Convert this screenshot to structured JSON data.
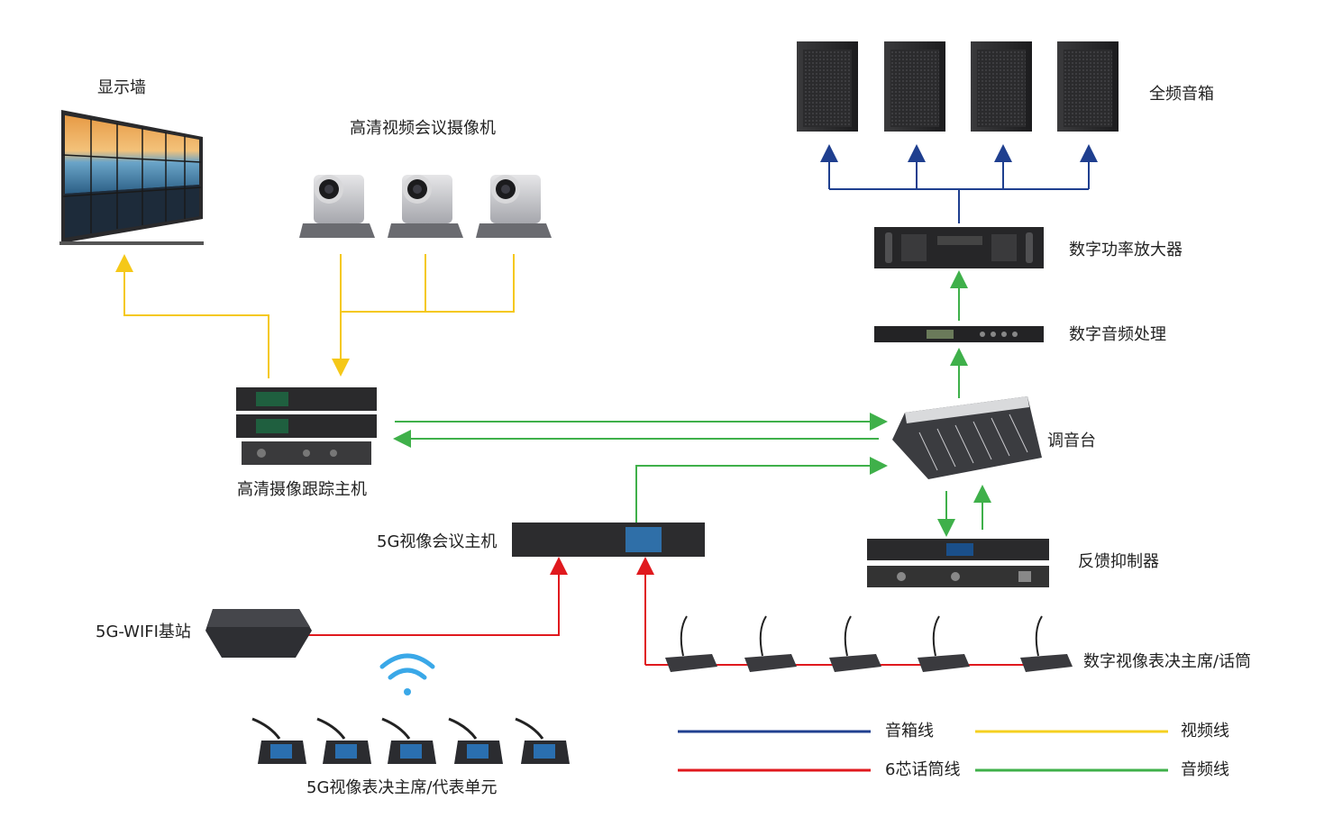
{
  "labels": {
    "display_wall": "显示墙",
    "hd_camera": "高清视频会议摄像机",
    "full_range_speaker": "全频音箱",
    "digital_amplifier": "数字功率放大器",
    "digital_audio_processor": "数字音频处理",
    "mixer": "调音台",
    "hd_tracking_host": "高清摄像跟踪主机",
    "video_conf_host_5g": "5G视像会议主机",
    "feedback_suppressor": "反馈抑制器",
    "wifi_base_station": "5G-WIFI基站",
    "digital_mic_units": "数字视像表决主席/话筒",
    "wireless_units": "5G视像表决主席/代表单元"
  },
  "legend": [
    {
      "label": "音箱线",
      "color": "#1f3f8f"
    },
    {
      "label": "视频线",
      "color": "#f5d020"
    },
    {
      "label": "6芯话筒线",
      "color": "#e0191e"
    },
    {
      "label": "音频线",
      "color": "#3fb04a"
    }
  ],
  "colors": {
    "speaker_line": "#1f3f8f",
    "video_line": "#f5d020",
    "mic_line": "#e0191e",
    "audio_line": "#3fb04a"
  }
}
